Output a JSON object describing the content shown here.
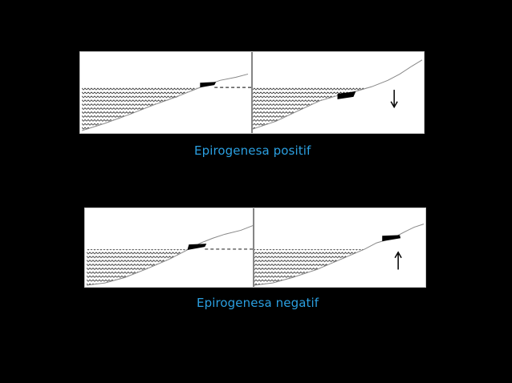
{
  "slide": {
    "background": "#000000",
    "caption_color": "#2b9fe0"
  },
  "diagrams": [
    {
      "caption": "Epirogenesa positif",
      "movement": "down",
      "arrow_icon": "arrow-down-icon"
    },
    {
      "caption": "Epirogenesa negatif",
      "movement": "up",
      "arrow_icon": "arrow-up-icon"
    }
  ]
}
